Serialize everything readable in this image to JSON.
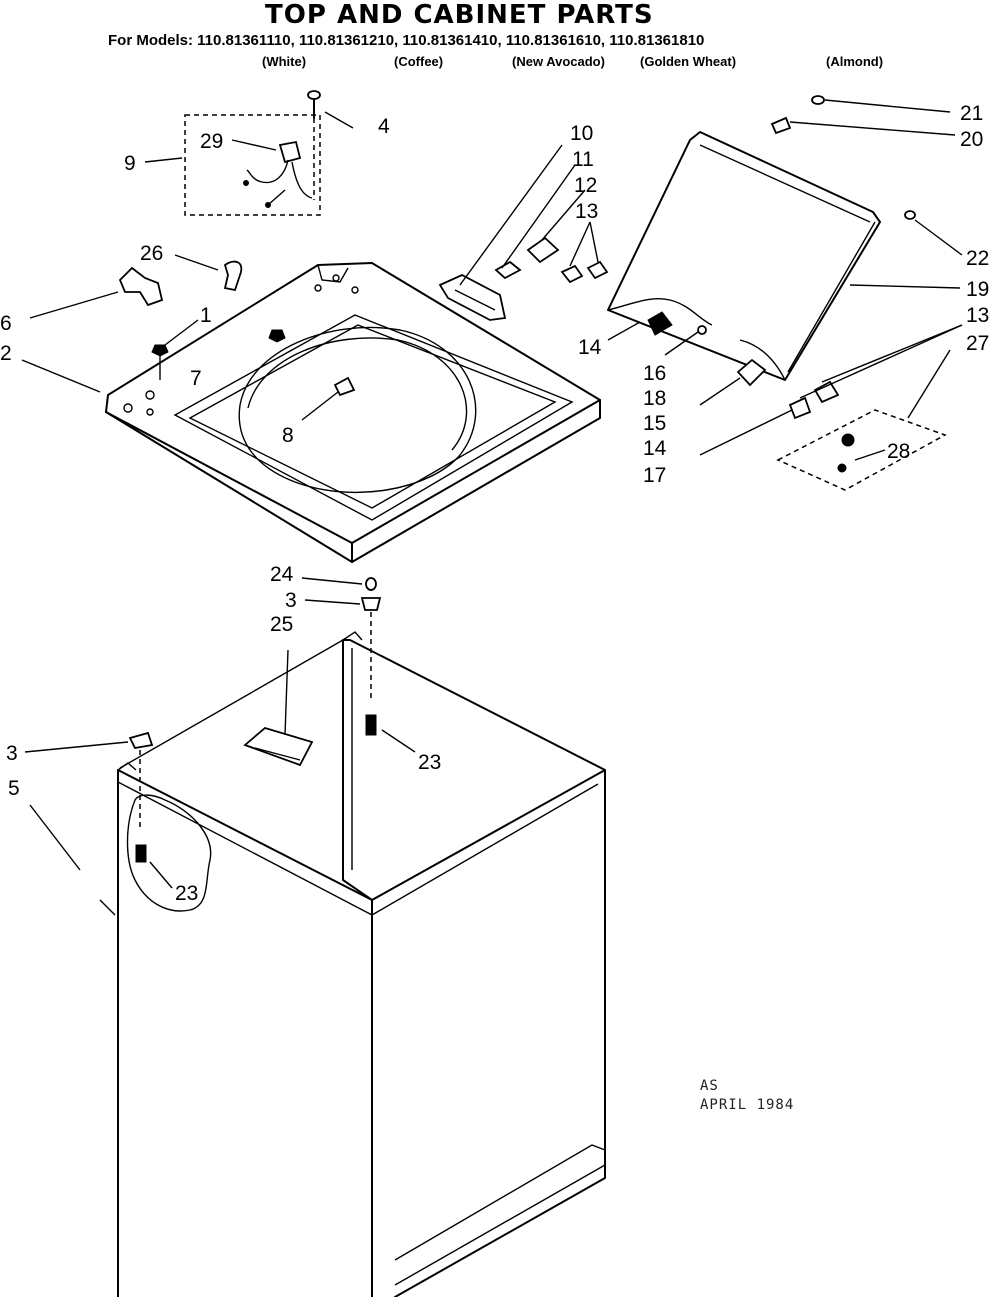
{
  "title": "TOP AND CABINET PARTS",
  "models_line": "For Models: 110.81361110, 110.81361210, 110.81361410, 110.81361610, 110.81361810",
  "colors": [
    "(White)",
    "(Coffee)",
    "(New Avocado)",
    "(Golden Wheat)",
    "(Almond)"
  ],
  "stamp": {
    "initials": "AS",
    "date": "APRIL 1984"
  },
  "callouts": [
    "1",
    "2",
    "3",
    "3",
    "4",
    "5",
    "6",
    "7",
    "8",
    "9",
    "10",
    "11",
    "12",
    "13",
    "13",
    "14",
    "14",
    "15",
    "16",
    "17",
    "18",
    "19",
    "20",
    "21",
    "22",
    "23",
    "23",
    "24",
    "25",
    "26",
    "27",
    "28",
    "29"
  ]
}
